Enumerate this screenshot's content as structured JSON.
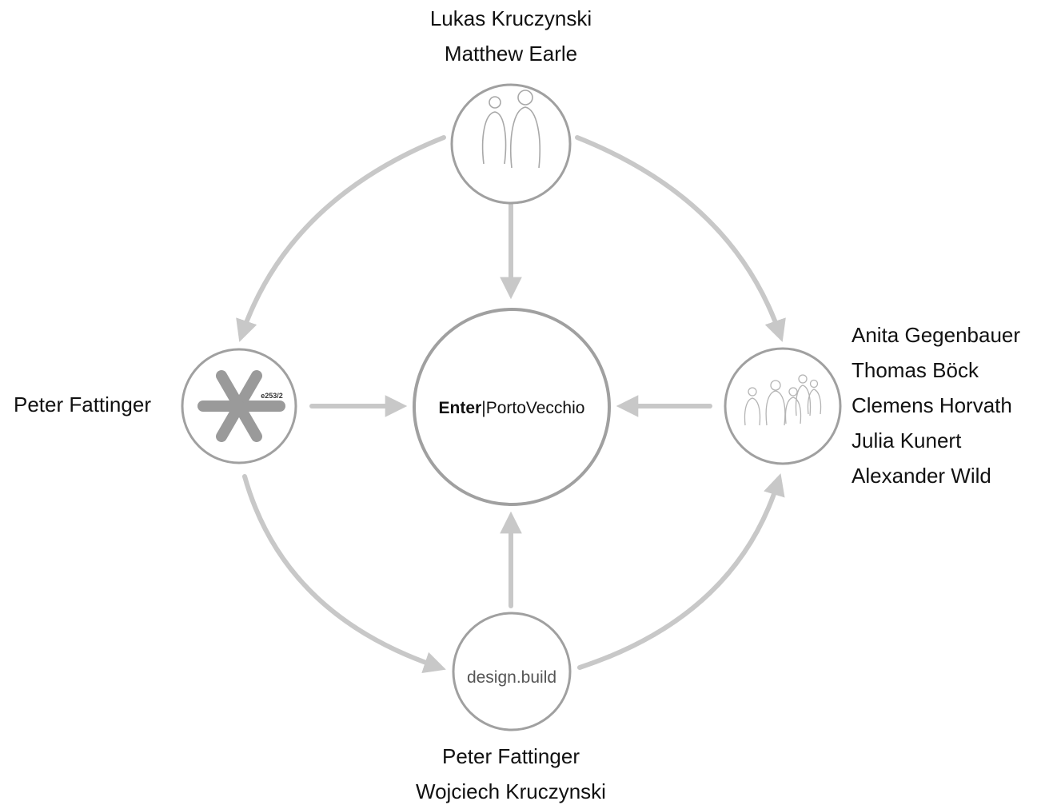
{
  "center": {
    "brand_bold": "Enter",
    "separator": "|",
    "brand_light": "PortoVecchio"
  },
  "top": {
    "names": [
      "Lukas Kruczynski",
      "Matthew Earle"
    ]
  },
  "left": {
    "names": [
      "Peter Fattinger"
    ],
    "logo_text": "e253/2"
  },
  "right": {
    "names": [
      "Anita Gegenbauer",
      "Thomas Böck",
      "Clemens Horvath",
      "Julia Kunert",
      "Alexander Wild"
    ]
  },
  "bottom": {
    "names": [
      "Peter Fattinger",
      "Wojciech Kruczynski"
    ],
    "logo_text": "design.build"
  },
  "colors": {
    "arrow": "#c8c8c8",
    "circle": "#a0a0a0",
    "icon": "#a8a8a8",
    "text": "#111111"
  }
}
